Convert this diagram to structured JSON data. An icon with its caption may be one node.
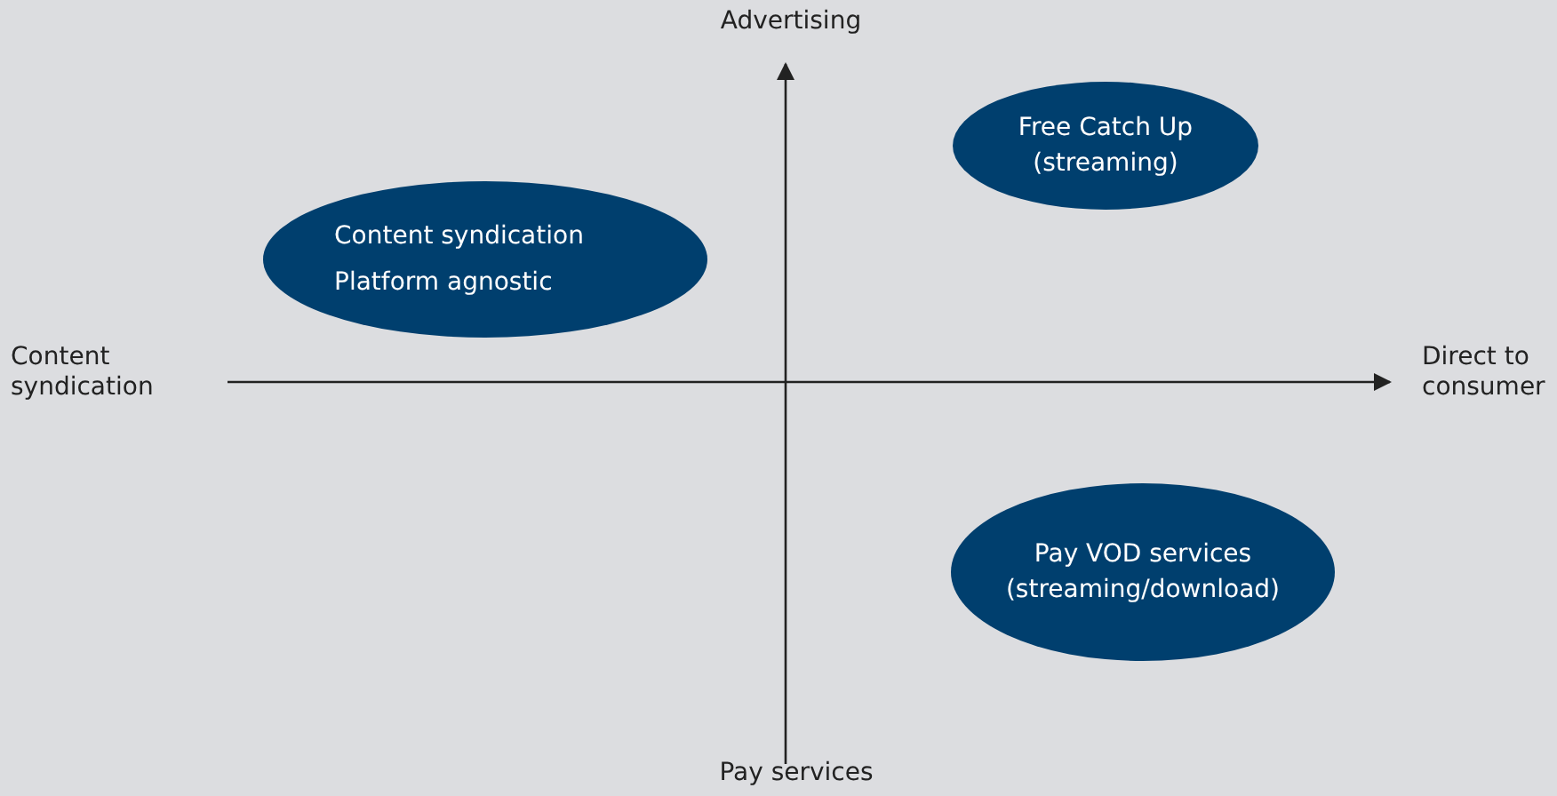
{
  "diagram": {
    "nodes": [
      {
        "text": [
          "Free Catch Up (streaming)"
        ]
      },
      {
        "text": [
          "Content syndication",
          "Platform agnostic"
        ]
      },
      {
        "text": [
          "Pay VOD services (streaming/download)"
        ]
      }
    ],
    "edges": [],
    "labels": [
      "Advertising",
      "Content syndication",
      "Direct to consumer",
      "Pay services"
    ]
  }
}
